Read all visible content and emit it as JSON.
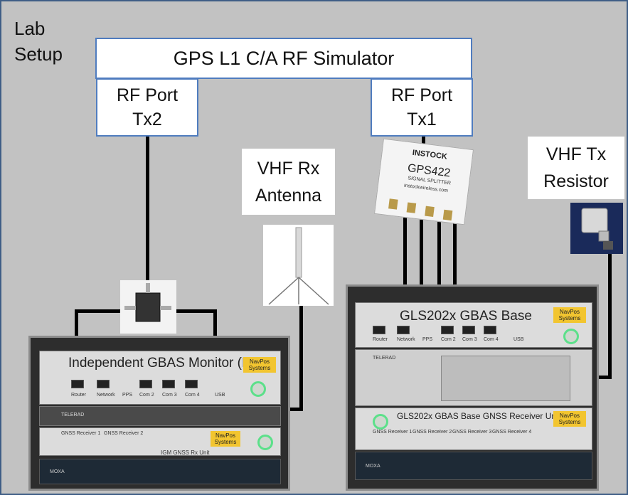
{
  "lab_setup_label": "Lab\nSetup",
  "simulator": {
    "label": "GPS L1 C/A RF Simulator"
  },
  "rf_port_tx2": {
    "line1": "RF Port",
    "line2": "Tx2"
  },
  "rf_port_tx1": {
    "line1": "RF Port",
    "line2": "Tx1"
  },
  "vhf_rx": {
    "line1": "VHF Rx",
    "line2": "Antenna"
  },
  "vhf_tx": {
    "line1": "VHF Tx",
    "line2": "Resistor"
  },
  "splitter": {
    "brand": "INSTOCK",
    "model": "GPS422",
    "subtitle": "SIGNAL SPLITTER",
    "url": "instockwireless.com"
  },
  "igm_rack": {
    "title": "Independent GBAS Monitor (IGM)",
    "logo": "NavPos Systems",
    "ports": [
      "Router",
      "Network",
      "PPS",
      "Com 2",
      "Com 3",
      "Com 4",
      "USB"
    ],
    "label_telerad": "TELERAD",
    "rx_unit_label": "IGM GNSS Rx Unit",
    "receivers": [
      "GNSS Receiver 1",
      "GNSS Receiver 2"
    ],
    "moxa": "MOXA"
  },
  "base_rack": {
    "title": "GLS202x GBAS Base",
    "logo": "NavPos Systems",
    "ports": [
      "Router",
      "Network",
      "PPS",
      "Com 2",
      "Com 3",
      "Com 4",
      "USB"
    ],
    "label_telerad": "TELERAD",
    "rx_unit_label": "GLS202x GBAS Base GNSS Receiver Unit",
    "receivers": [
      "GNSS Receiver 1",
      "GNSS Receiver 2",
      "GNSS Receiver 3",
      "GNSS Receiver 4"
    ],
    "moxa": "MOXA"
  },
  "colors": {
    "box_border": "#4f7cbf",
    "background": "#c2c2c2",
    "led_green": "#5ce08a",
    "navpos_yellow": "#f2c530"
  }
}
